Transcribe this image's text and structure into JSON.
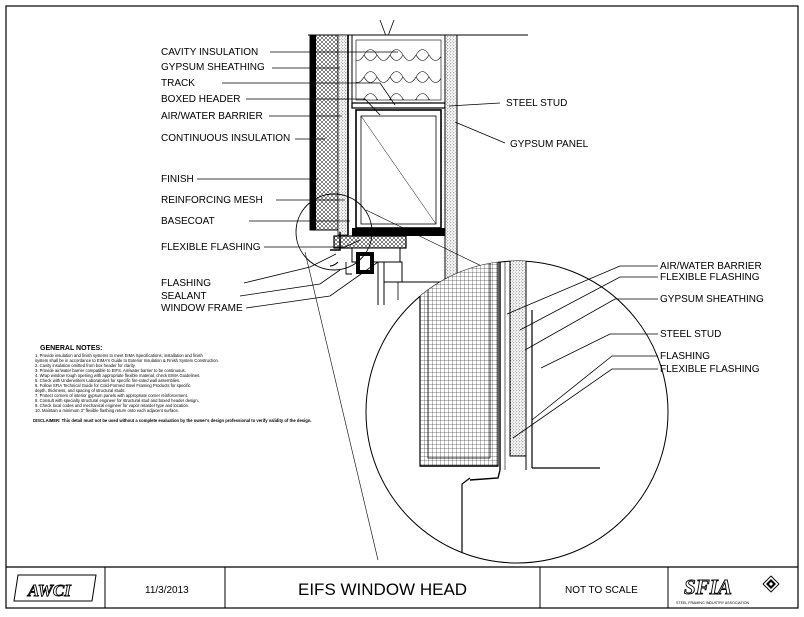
{
  "callouts_top": {
    "cavity_insulation": "CAVITY INSULATION",
    "gypsum_sheathing": "GYPSUM SHEATHING",
    "track": "TRACK",
    "boxed_header": "BOXED HEADER",
    "air_water_barrier": "AIR/WATER BARRIER",
    "continuous_insulation": "CONTINUOUS INSULATION",
    "finish": "FINISH",
    "reinforcing_mesh": "REINFORCING MESH",
    "basecoat": "BASECOAT",
    "flexible_flashing": "FLEXIBLE FLASHING",
    "flashing": "FLASHING",
    "sealant": "SEALANT",
    "window_frame": "WINDOW FRAME",
    "steel_stud": "STEEL STUD",
    "gypsum_panel": "GYPSUM PANEL"
  },
  "callouts_detail": {
    "air_water_barrier": "AIR/WATER BARRIER",
    "flexible_flashing_1": "FLEXIBLE FLASHING",
    "gypsum_sheathing": "GYPSUM SHEATHING",
    "steel_stud": "STEEL STUD",
    "flashing": "FLASHING",
    "flexible_flashing_2": "FLEXIBLE FLASHING"
  },
  "notes": {
    "title": "GENERAL NOTES:",
    "items": [
      "1. Provide insulation and finish systems to meet EIMA Specifications; installation and finish",
      "   system shall be in accordance to EIMA's Guide to Exterior Insulation & Finish System Construction.",
      "2. Cavity insulation omitted from box header for clarity.",
      "3. Provide air/water barrier compatible to EIFS. Air/water barrier to be continuous.",
      "4. Wrap window rough opening with appropriate flexible material, check EIMA Guidelines.",
      "5. Check with Underwriters Laboratories for specific fire-rated wall assemblies.",
      "6. Follow SFIA Technical Guide for Cold-Formed Steel Framing Products for specific",
      "   depth, thickness, and spacing of structural studs.",
      "7. Protect corners of interior gypsum panels with appropriate corner reinforcement.",
      "8. Consult with specialty structural engineer for structural stud and boxed header design.",
      "9. Check local codes and mechanical engineer for vapor retarder type and location.",
      "10. Maintain a minimum 3\" flexible flashing return onto each adjacent surface."
    ],
    "disclaimer": "DISCLAIMER: This detail must not be used without a complete evaluation by the owner's design professional to verify validity of the design."
  },
  "title_block": {
    "logo_left": "AWCI",
    "date": "11/3/2013",
    "title": "EIFS WINDOW HEAD",
    "scale": "NOT TO SCALE",
    "logo_right": "SFIA",
    "logo_right_sub": "STEEL FRAMING INDUSTRY ASSOCIATION"
  }
}
